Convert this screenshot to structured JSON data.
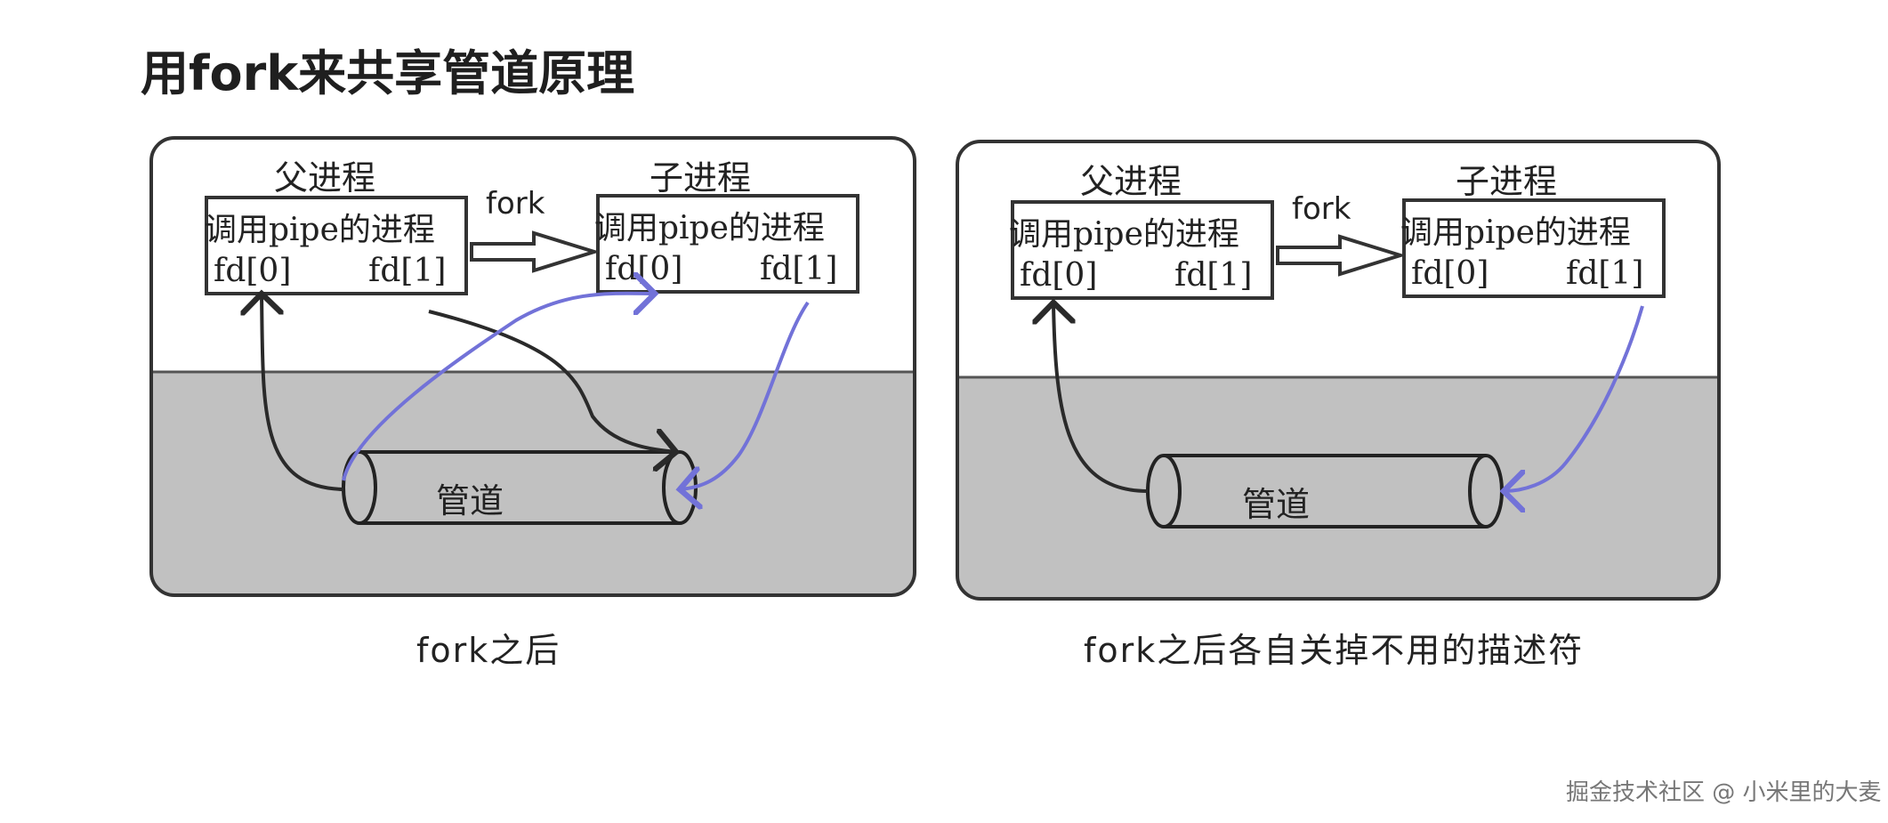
{
  "title": "用fork来共享管道原理",
  "watermark": "掘金技术社区 @ 小米里的大麦",
  "panels": [
    {
      "caption": "fork之后",
      "parent": {
        "heading": "父进程",
        "label": "调用pipe的进程",
        "fd0": "fd[0]",
        "fd1": "fd[1]"
      },
      "child": {
        "heading": "子进程",
        "label": "调用pipe的进程",
        "fd0": "fd[0]",
        "fd1": "fd[1]"
      },
      "arrow_label": "fork",
      "pipe_label": "管道"
    },
    {
      "caption": "fork之后各自关掉不用的描述符",
      "parent": {
        "heading": "父进程",
        "label": "调用pipe的进程",
        "fd0": "fd[0]",
        "fd1": "fd[1]"
      },
      "child": {
        "heading": "子进程",
        "label": "调用pipe的进程",
        "fd0": "fd[0]",
        "fd1": "fd[1]"
      },
      "arrow_label": "fork",
      "pipe_label": "管道"
    }
  ],
  "colors": {
    "kernel_area": "#c1c1c1",
    "black_arrow": "#2a2a2a",
    "blue_arrow": "#7272d8"
  }
}
